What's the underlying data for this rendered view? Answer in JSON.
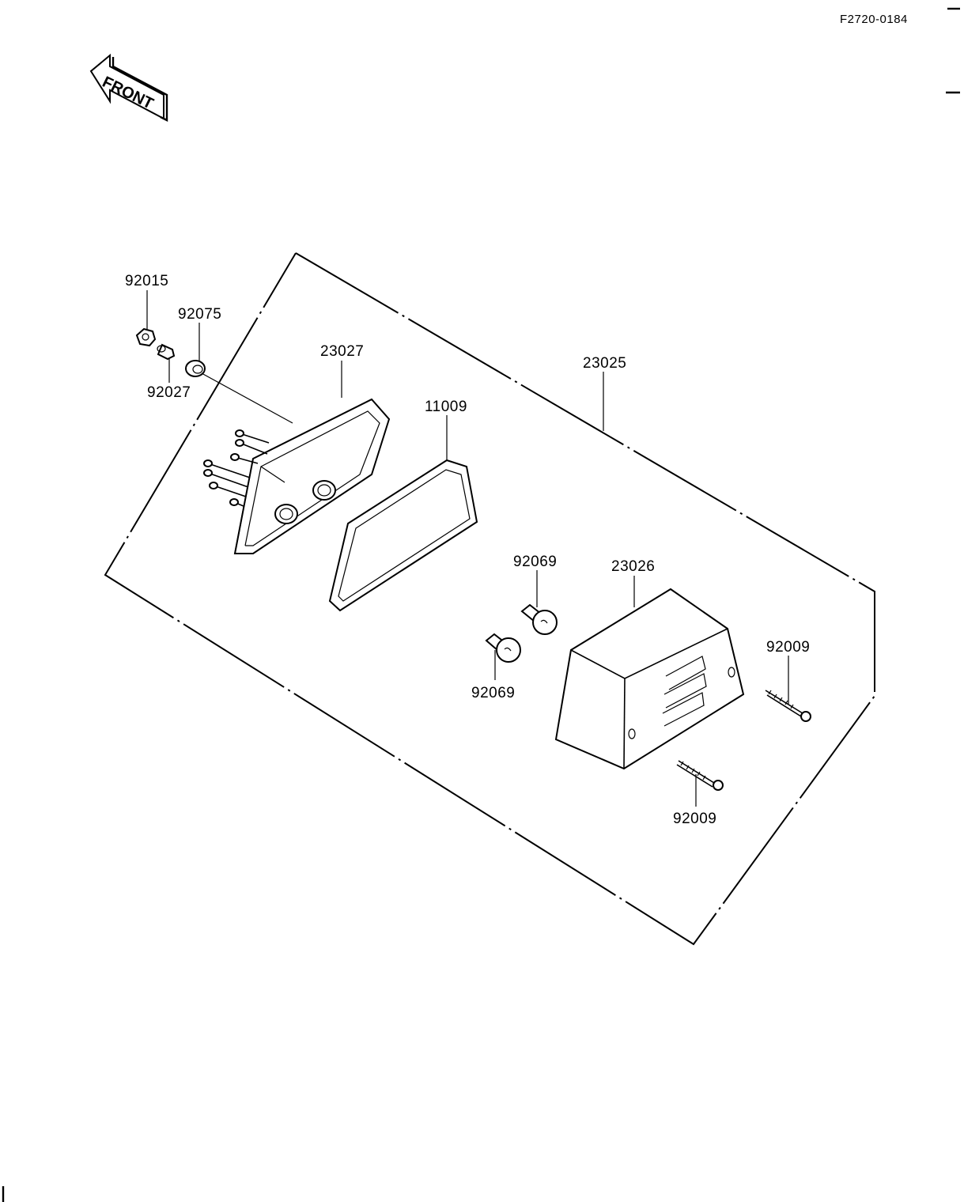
{
  "diagram_code": "F2720-0184",
  "front_label": "FRONT",
  "labels": {
    "p92015": "92015",
    "p92075": "92075",
    "p92027": "92027",
    "p23027": "23027",
    "p23025": "23025",
    "p11009": "11009",
    "p92069_top": "92069",
    "p92069_bottom": "92069",
    "p23026": "23026",
    "p92009_right": "92009",
    "p92009_bottom": "92009"
  }
}
